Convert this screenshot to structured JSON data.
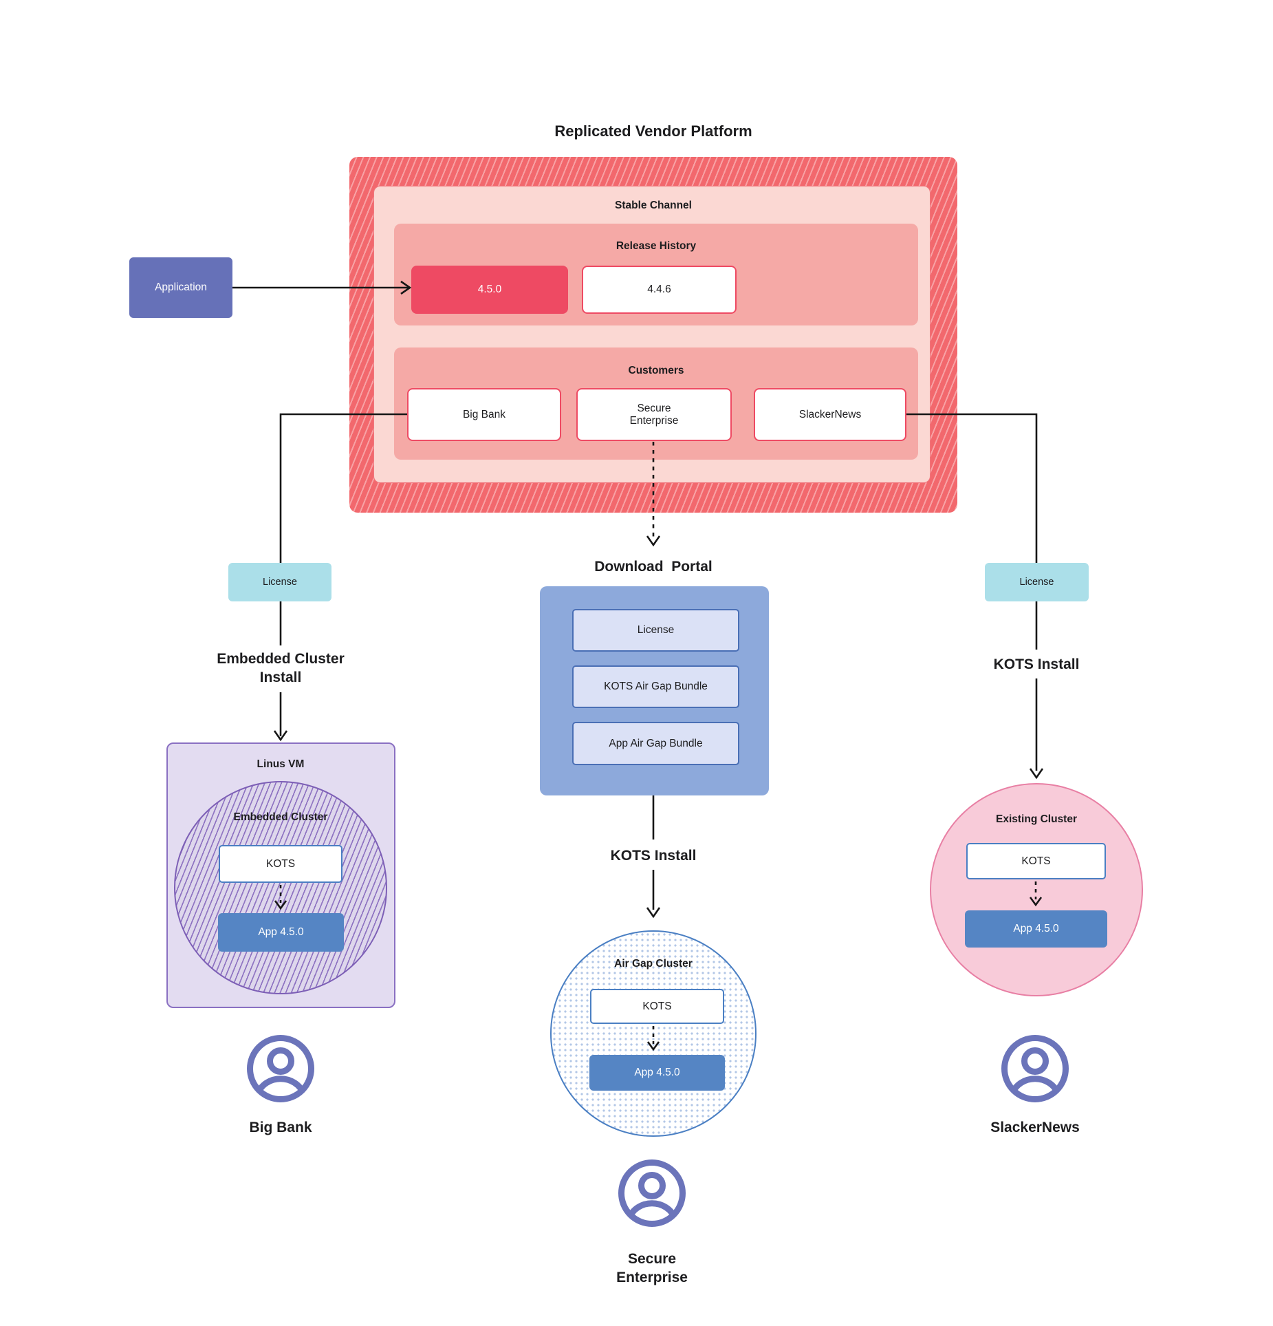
{
  "title": "Replicated Vendor Platform",
  "colors": {
    "highlight_release": "#ee4a63",
    "platform_stripe": "#f2686d",
    "application_box": "#6671b8",
    "license_badge": "#abdfe9",
    "portal_box": "#8da9db",
    "app_box": "#5585c4",
    "user_icon": "#6b74ba"
  },
  "platform": {
    "stable_channel_label": "Stable Channel",
    "release_history": {
      "label": "Release History",
      "releases": [
        {
          "version": "4.5.0",
          "highlight": true
        },
        {
          "version": "4.4.6",
          "highlight": false
        }
      ]
    },
    "customers": {
      "label": "Customers",
      "items": [
        {
          "name": "Big Bank"
        },
        {
          "name": "Secure\nEnterprise"
        },
        {
          "name": "SlackerNews"
        }
      ]
    }
  },
  "application_label": "Application",
  "flows": {
    "left": {
      "license": "License",
      "install": "Embedded Cluster\nInstall",
      "vm_label": "Linus VM",
      "cluster_label": "Embedded Cluster",
      "kots": "KOTS",
      "app": "App 4.5.0",
      "user": "Big Bank"
    },
    "center": {
      "portal_title": "Download  Portal",
      "portal_items": [
        {
          "label": "License"
        },
        {
          "label": "KOTS Air Gap Bundle"
        },
        {
          "label": "App Air Gap Bundle"
        }
      ],
      "install": "KOTS Install",
      "cluster_label": "Air Gap Cluster",
      "kots": "KOTS",
      "app": "App 4.5.0",
      "user": "Secure\nEnterprise"
    },
    "right": {
      "license": "License",
      "install": "KOTS Install",
      "cluster_label": "Existing Cluster",
      "kots": "KOTS",
      "app": "App 4.5.0",
      "user": "SlackerNews"
    }
  }
}
